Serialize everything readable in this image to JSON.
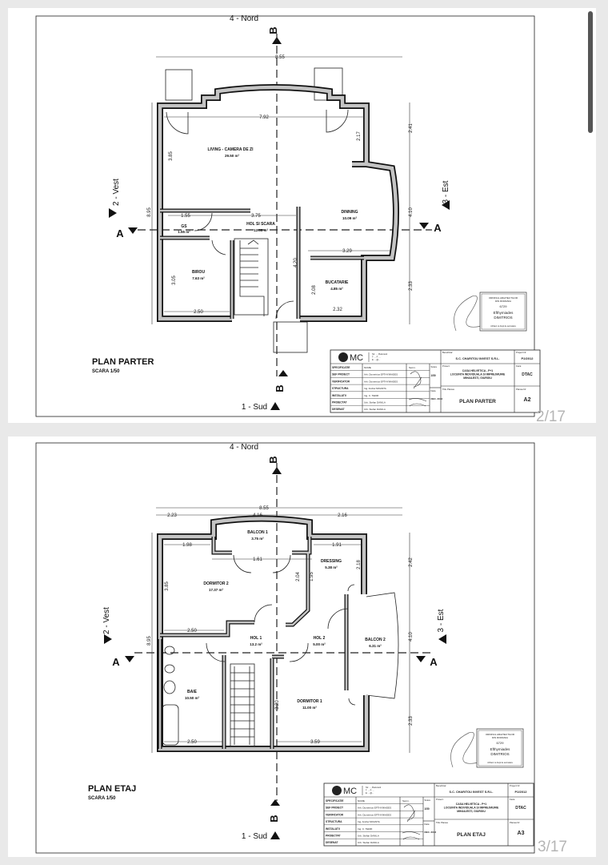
{
  "viewer": {
    "scrollbar": "vertical-scrollbar"
  },
  "pages": [
    {
      "page_indicator": "2/17",
      "plan_title": "PLAN PARTER",
      "scale": "SCARA 1/50",
      "orientation": {
        "north": "4 - Nord",
        "south": "1 - Sud",
        "west": "2 - Vest",
        "east": "3 - Est",
        "section_a": "A",
        "section_b": "B"
      },
      "rooms": [
        {
          "name": "LIVING - CAMERA DE ZI",
          "area": "29.50 m²"
        },
        {
          "name": "HOL SI SCARA",
          "area": "12.55 m²"
        },
        {
          "name": "DINNING",
          "area": "10.09 m²"
        },
        {
          "name": "GS",
          "area": "1.55 m²"
        },
        {
          "name": "BIROU",
          "area": "7.63 m²"
        },
        {
          "name": "BUCATARIE",
          "area": "4.85 m²"
        }
      ],
      "dimensions": {
        "total_width": "8.55",
        "total_depth": "8.95",
        "d1": "7.92",
        "d2": "3.85",
        "d3": "1.55",
        "d4": "3.75",
        "d5": "2.17",
        "d6": "3.29",
        "d7": "3.05",
        "d8": "4.20",
        "d9": "2.08",
        "d10": "2.50",
        "d11": "2.32",
        "r1": "2.41",
        "r2": "4.10",
        "r3": "2.33"
      },
      "title_block": {
        "sheet_title": "PLAN PARTER",
        "sheet_no": "A2"
      }
    },
    {
      "page_indicator": "3/17",
      "plan_title": "PLAN ETAJ",
      "scale": "SCARA 1/50",
      "orientation": {
        "north": "4 - Nord",
        "south": "1 - Sud",
        "west": "2 - Vest",
        "east": "3 - Est",
        "section_a": "A",
        "section_b": "B"
      },
      "rooms": [
        {
          "name": "BALCON 1",
          "area": "3.75 m²"
        },
        {
          "name": "DORMITOR 2",
          "area": "17.37 m²"
        },
        {
          "name": "DRESSING",
          "area": "5.38 m²"
        },
        {
          "name": "HOL 1",
          "area": "13.2 m²"
        },
        {
          "name": "HOL 2",
          "area": "5.00 m²"
        },
        {
          "name": "BALCON 2",
          "area": "6.31 m²"
        },
        {
          "name": "BAIE",
          "area": "10.50 m²"
        },
        {
          "name": "DORMITOR 1",
          "area": "11.00 m²"
        }
      ],
      "dimensions": {
        "total_width": "8.55",
        "total_depth": "8.95",
        "w1": "2.23",
        "w2": "4.16",
        "w3": "2.16",
        "d1": "1.98",
        "d2": "1.61",
        "d3": "1.91",
        "d4": "3.85",
        "d5": "2.04",
        "d6": "1.95",
        "d7": "2.18",
        "d8": "2.50",
        "d9": "3.20",
        "d10": "2.50",
        "d11": "3.59",
        "r1": "2.42",
        "r2": "4.10",
        "r3": "2.33"
      },
      "title_block": {
        "sheet_title": "PLAN ETAJ",
        "sheet_no": "A3"
      }
    }
  ],
  "title_block_common": {
    "logo": "MC",
    "address": [
      "Str. ..., Bucuresti",
      "T: ... F: ...",
      "E: ...@..."
    ],
    "rows": [
      {
        "role": "SPECIFICATIE",
        "name": "NUME"
      },
      {
        "role": "SEF PROIECT",
        "name": "Arh. Dumetrios EFTHYMIADES"
      },
      {
        "role": "VERIFICATOR",
        "name": "Arh. Dumetrios EFTHYMIADES"
      },
      {
        "role": "STRUCTURA",
        "name": "Ing. Andrei MOANTA"
      },
      {
        "role": "INSTALATII",
        "name": "Ing. C. TERZI"
      },
      {
        "role": "PROIECTAT",
        "name": "Urb. Stefan DANILA"
      },
      {
        "role": "DESENAT",
        "name": "Urb. Stefan DANILA"
      }
    ],
    "sign_label": "Semn.",
    "scale_label": "Scara",
    "scale_value": "1/50",
    "date_label": "Data",
    "date_value": "DEC. 2012",
    "beneficiary_label": "Beneficiar:",
    "beneficiary": "S.C. CHARITOU INVEST S.R.L.",
    "project_label": "Proiect:",
    "project_lines": [
      "CASA HELVETICA - P+1",
      "LOCUINTA INDIVIDUALA SI IMPREJMUIRE",
      "MIHAILESTI, GIURGIU"
    ],
    "sheet_title_label": "Titlu Plansa:",
    "project_no_label": "Project Nr:",
    "project_no": "P2/2012",
    "phase_label": "Faza:",
    "phase": "DTAC",
    "sheet_no_label": "Plansa Nr:"
  },
  "stamp": {
    "lines": [
      "ORDINUL ARHITECTILOR",
      "DIN ROMANIA",
      "6729",
      "Efthymiades",
      "DIMITRIOS",
      "Arhitect cu drept de semnatura"
    ]
  }
}
